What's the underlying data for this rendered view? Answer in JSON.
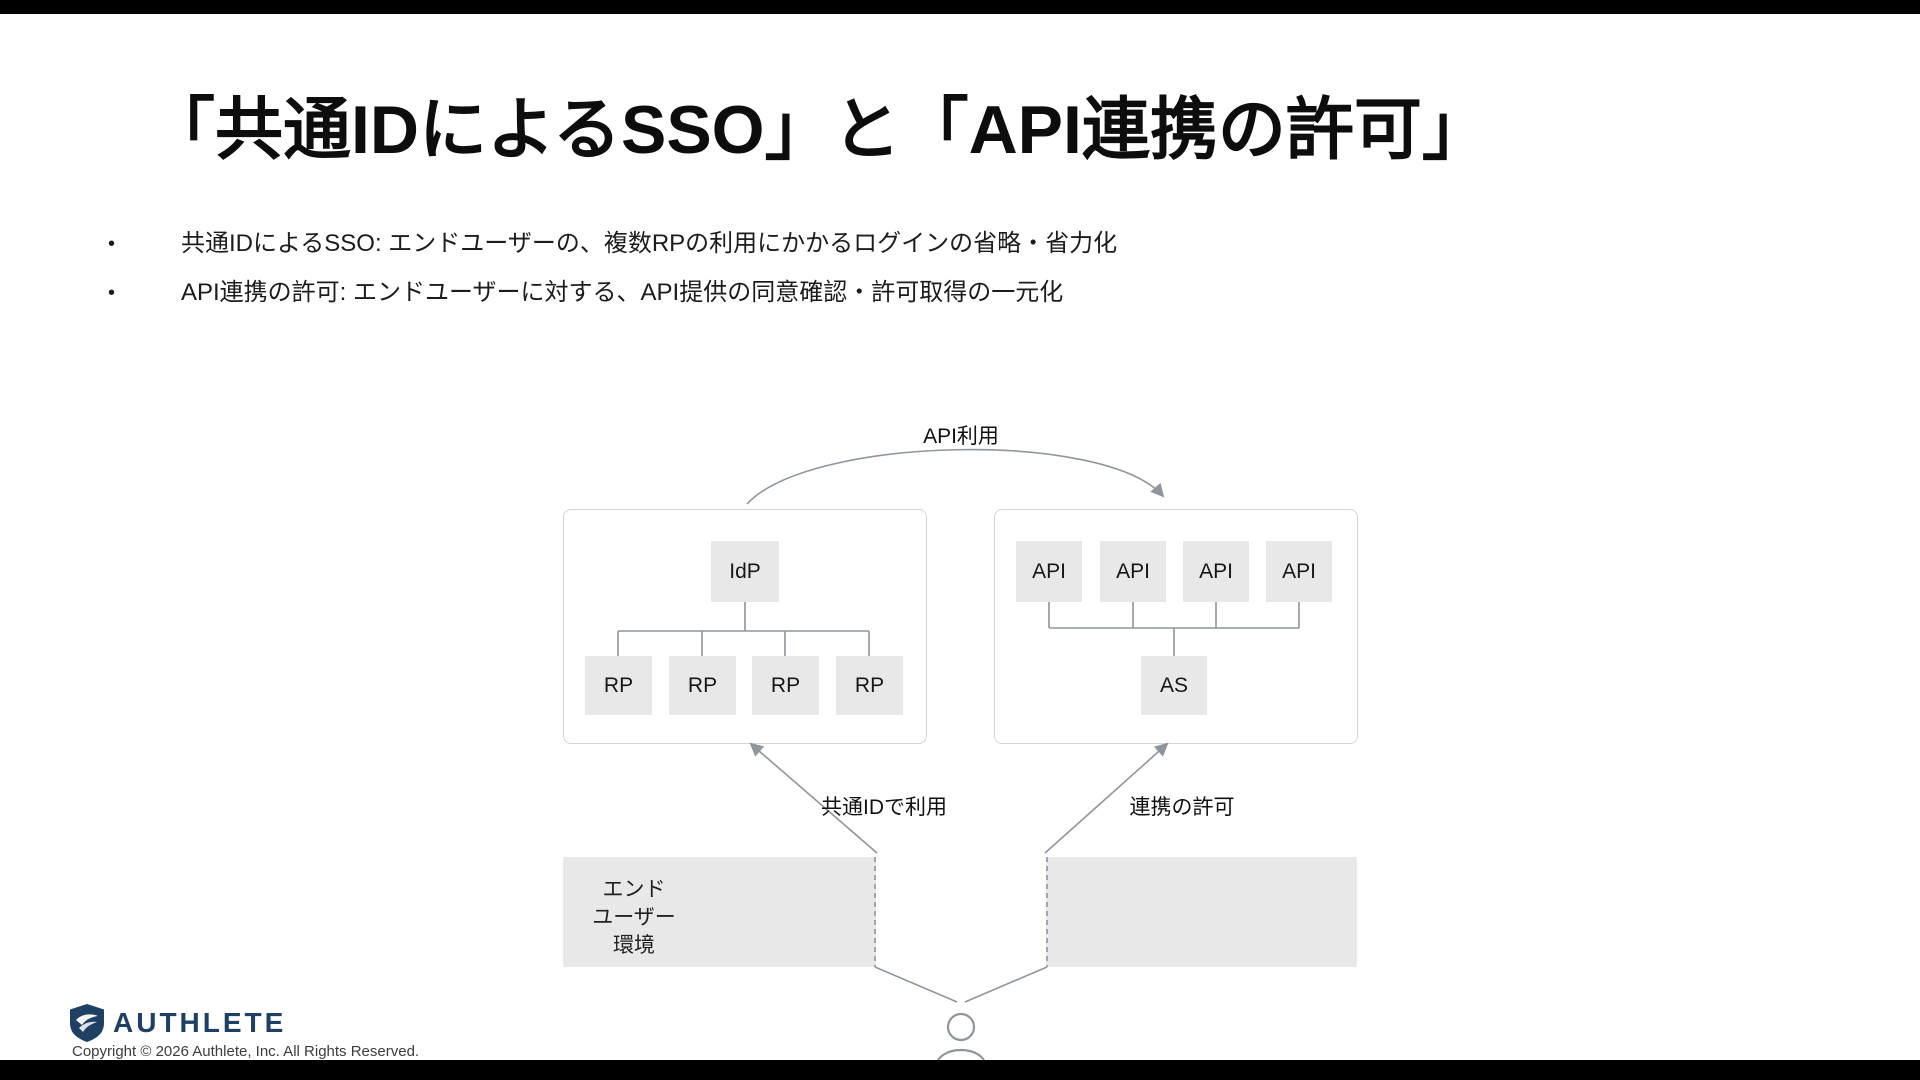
{
  "colors": {
    "accent_navy": "#1e4063",
    "box_fill": "#e8e8e8",
    "band_fill": "#e8e8e8",
    "line_gray": "#8f959c",
    "border_gray": "#d5d5d5"
  },
  "slide": {
    "title": "「共通IDによるSSO」と「API連携の許可」",
    "bullets": [
      {
        "marker": "•",
        "text": "共通IDによるSSO: エンドユーザーの、複数RPの利用にかかるログインの省略・省力化"
      },
      {
        "marker": "•",
        "text": "API連携の許可: エンドユーザーに対する、API提供の同意確認・許可取得の一元化"
      }
    ]
  },
  "diagram": {
    "api_usage_label": "API利用",
    "idp_group": {
      "idp": "IdP",
      "rps": [
        "RP",
        "RP",
        "RP",
        "RP"
      ]
    },
    "api_group": {
      "apis": [
        "API",
        "API",
        "API",
        "API"
      ],
      "as": "AS"
    },
    "sso_arrow_label": "共通IDで利用",
    "consent_arrow_label": "連携の許可",
    "end_user_env": {
      "lines": [
        "エンド",
        "ユーザー",
        "環境"
      ]
    }
  },
  "footer": {
    "brand": "AUTHLETE",
    "copyright": "Copyright © 2026 Authlete, Inc. All Rights Reserved."
  }
}
